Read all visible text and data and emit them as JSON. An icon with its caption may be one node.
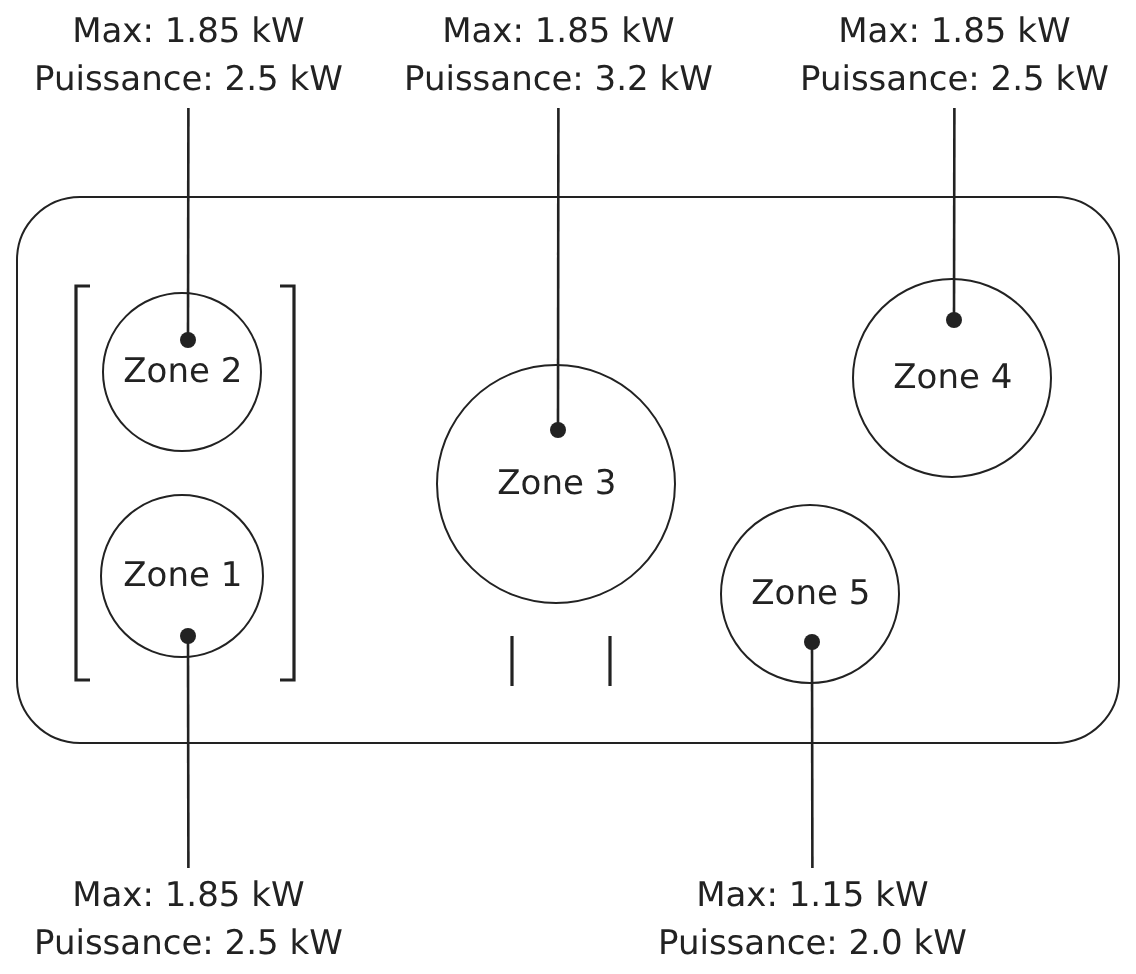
{
  "diagram": {
    "nodes": [
      {
        "text": [],
        "shape": "box"
      },
      {
        "text": [
          "Zone 2"
        ],
        "in": 0
      },
      {
        "text": [
          "Zone 3"
        ],
        "in": 0
      },
      {
        "text": [
          "Zone 4"
        ],
        "in": 0
      },
      {
        "text": [
          "Zone 1"
        ],
        "in": 0
      },
      {
        "text": [
          "Zone 5"
        ],
        "in": 0
      },
      {
        "text": [
          "Max: 1.85 kW",
          "Puissance: 2.5 kW"
        ]
      },
      {
        "text": [
          "Max: 1.85 kW",
          "Puissance: 3.2 kW"
        ]
      },
      {
        "text": [
          "Max: 1.85 kW",
          "Puissance: 2.5 kW"
        ]
      },
      {
        "text": [
          "Max: 1.85 kW",
          "Puissance: 2.5 kW"
        ]
      },
      {
        "text": [
          "Max: 1.15 kW",
          "Puissance: 2.0 kW"
        ]
      }
    ],
    "edges": [
      {
        "from": 6,
        "to": 1,
        "arrow": "other"
      },
      {
        "from": 7,
        "to": 2,
        "arrow": "other"
      },
      {
        "from": 8,
        "to": 3,
        "arrow": "other"
      },
      {
        "from": 9,
        "to": 4,
        "arrow": "other"
      },
      {
        "from": 10,
        "to": 5,
        "arrow": "other"
      }
    ]
  }
}
